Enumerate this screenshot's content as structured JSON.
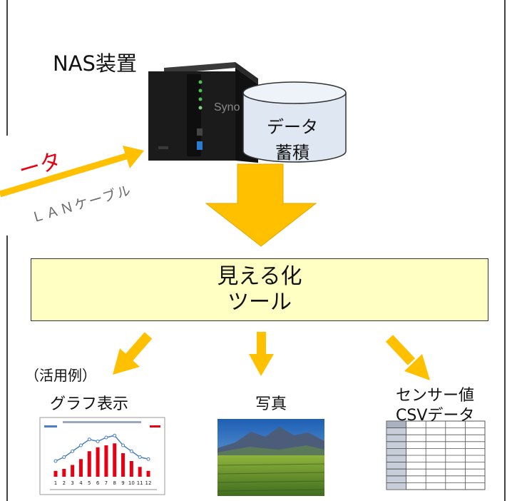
{
  "nas": {
    "title": "NAS装置",
    "brand_text": "Syno"
  },
  "storage": {
    "line1": "データ",
    "line2": "蓄積"
  },
  "incoming": {
    "data_label": "ータ",
    "cable_label": "ＬＡＮケーブル"
  },
  "tool": {
    "line1": "見える化",
    "line2": "ツール"
  },
  "usage_label": "（活用例）",
  "outputs": {
    "graph": {
      "label": "グラフ表示"
    },
    "photo": {
      "label": "写真"
    },
    "sensor": {
      "line1": "センサー値",
      "line2": "CSVデータ"
    }
  },
  "mini_chart": {
    "type": "bar",
    "categories": [
      "1",
      "2",
      "3",
      "4",
      "5",
      "6",
      "7",
      "8",
      "9",
      "10",
      "11",
      "12"
    ],
    "series": [
      {
        "values": [
          3,
          4,
          6,
          9,
          13,
          15,
          16,
          17,
          12,
          8,
          5,
          3
        ]
      },
      {
        "values": [
          8,
          10,
          13,
          16,
          19,
          18,
          20,
          21,
          16,
          13,
          10,
          9
        ]
      }
    ]
  },
  "colors": {
    "arrow": "#ffc000",
    "arrow_edge": "#e0a800",
    "tool_fill": "#ffffc4",
    "cylinder_fill": "#dfe7f3",
    "red_text": "#e60012",
    "bar": "#e60012",
    "line": "#4a7fc1"
  }
}
